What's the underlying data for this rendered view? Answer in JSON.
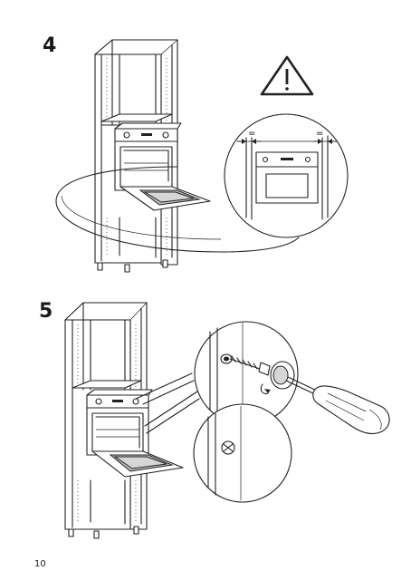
{
  "steps": [
    {
      "number": "4"
    },
    {
      "number": "5"
    }
  ],
  "illustration": {
    "warning_icon": "warning-triangle-icon",
    "dimension_marks": [
      "=",
      "="
    ]
  },
  "page_number": "10"
}
